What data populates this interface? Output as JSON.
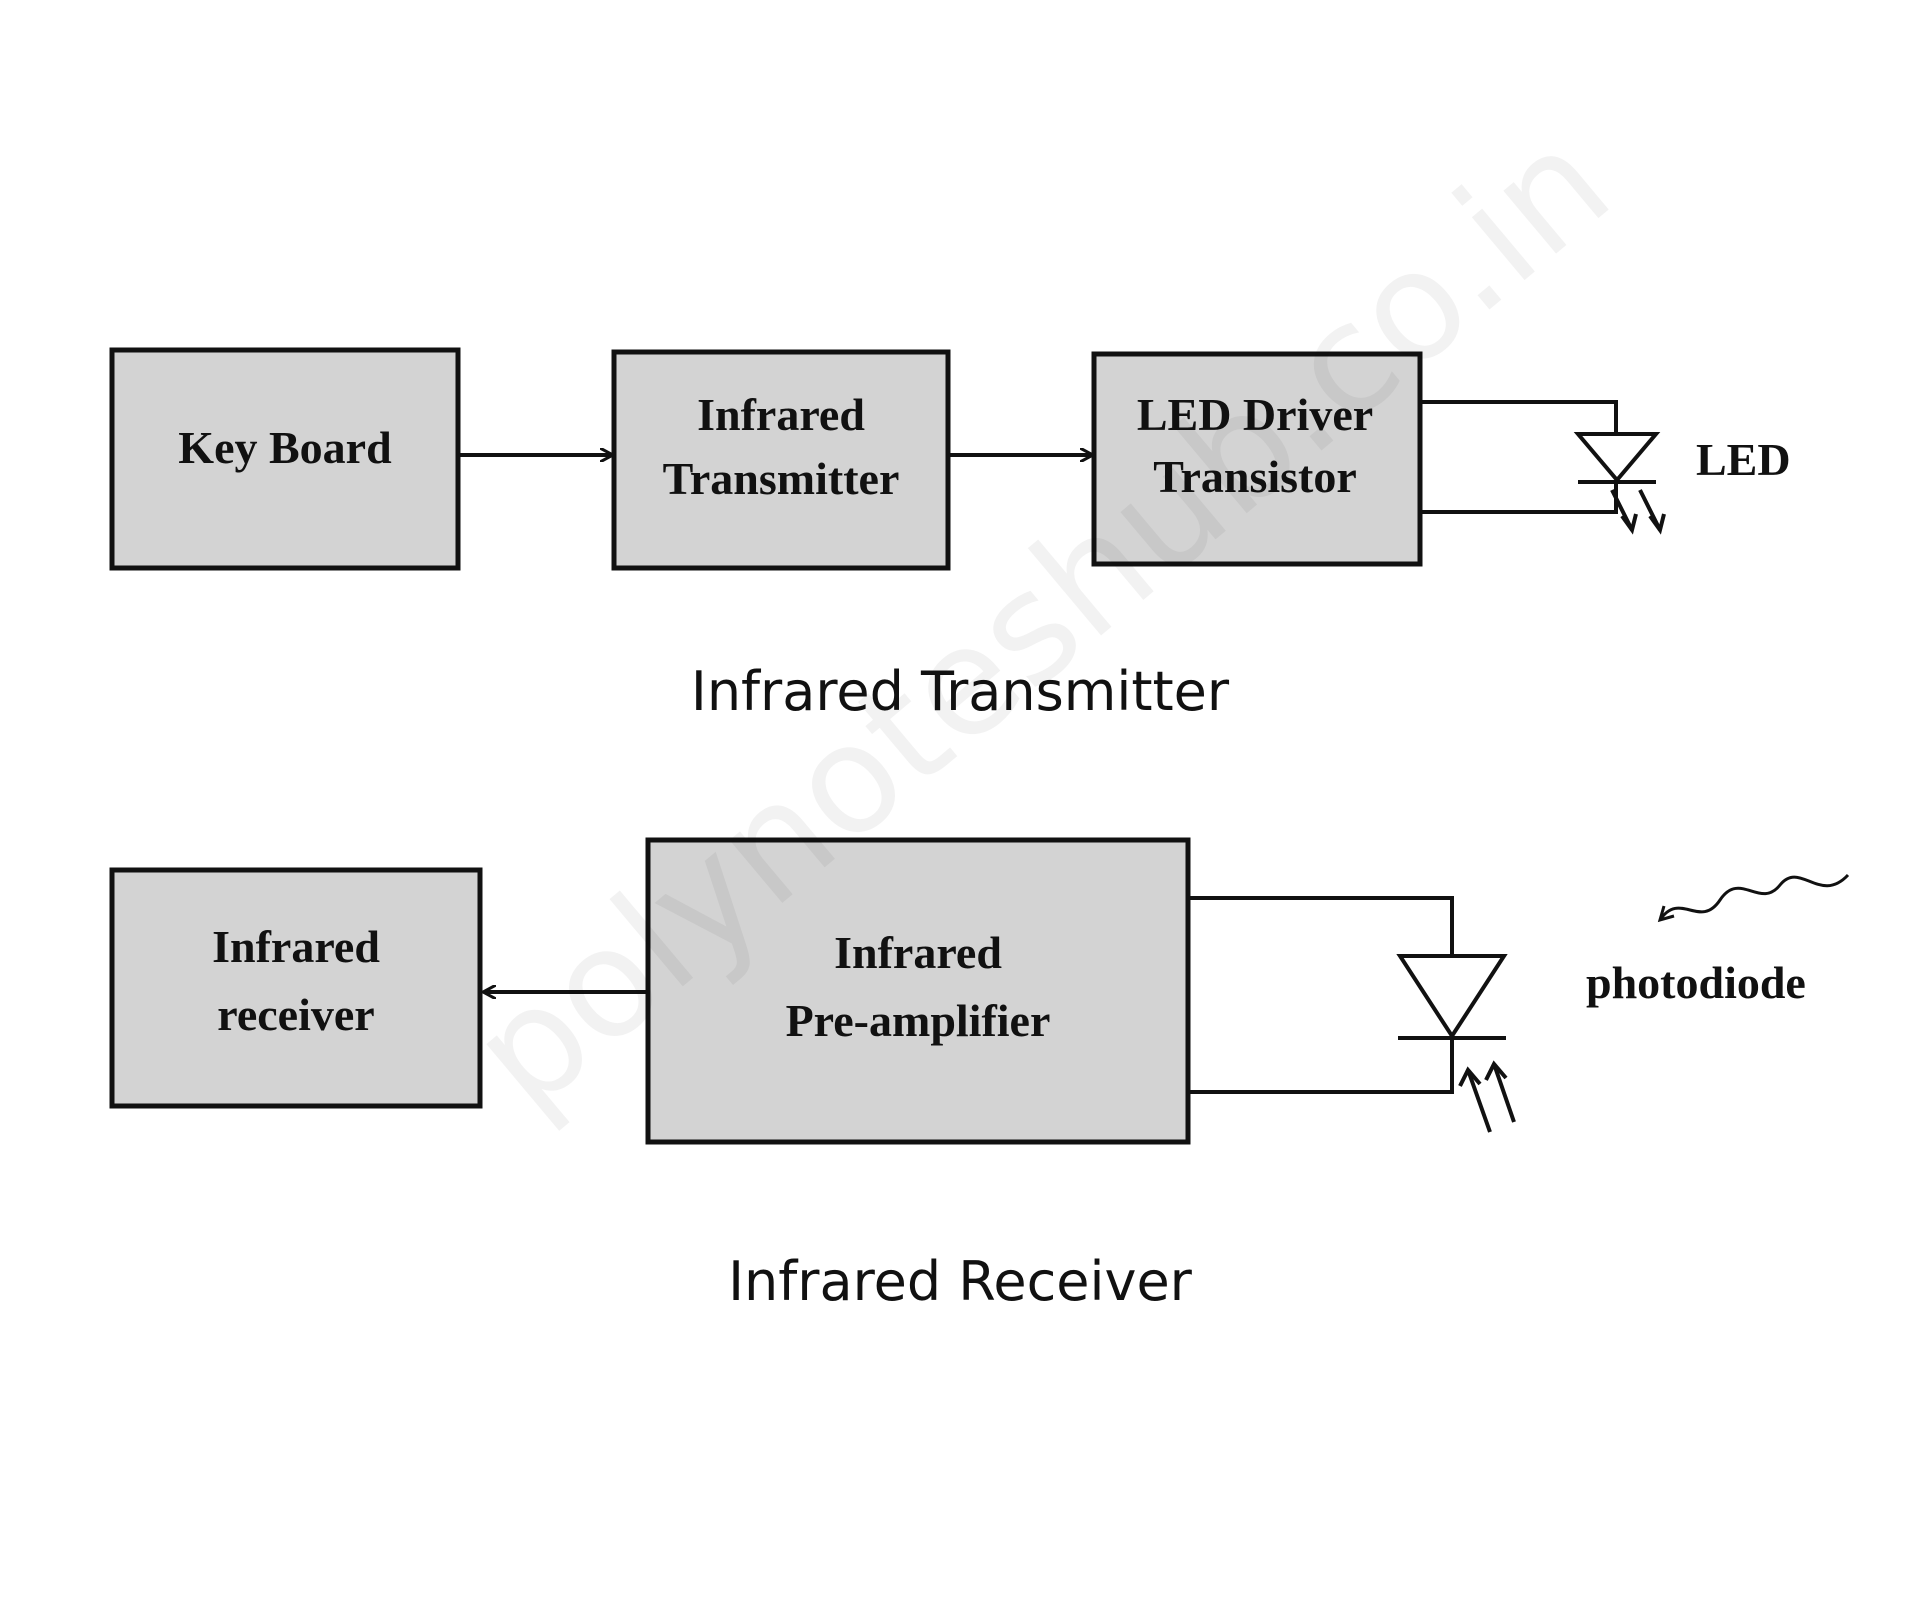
{
  "transmitter": {
    "blocks": [
      "Key Board",
      [
        "Infrared",
        "Transmitter"
      ],
      [
        "LED Driver",
        "Transistor"
      ]
    ],
    "led_label": "LED",
    "caption": "Infrared Transmitter"
  },
  "receiver": {
    "blocks": [
      [
        "Infrared",
        "receiver"
      ],
      [
        "Infrared",
        "Pre-amplifier"
      ]
    ],
    "photodiode_label": "photodiode",
    "caption": "Infrared Receiver"
  },
  "watermark": "polynoteshub.co.in",
  "colors": {
    "box_fill": "#d3d3d3",
    "stroke": "#111111"
  }
}
